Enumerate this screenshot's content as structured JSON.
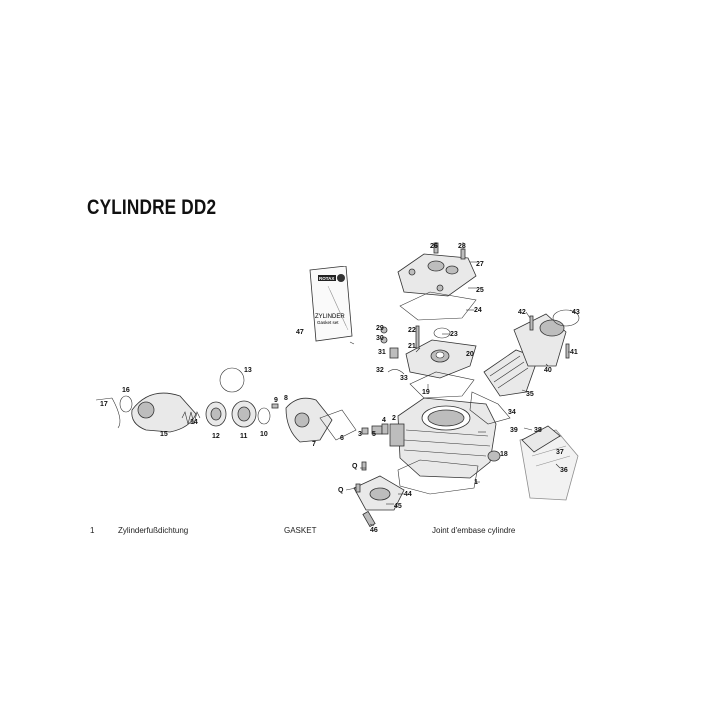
{
  "title": "CYLINDRE DD2",
  "kit": {
    "brand": "ROTAX",
    "line1": "ZYLINDER",
    "line2": "Gasket set"
  },
  "labels": [
    "1",
    "2",
    "3",
    "4",
    "5",
    "6",
    "7",
    "8",
    "9",
    "10",
    "11",
    "12",
    "13",
    "14",
    "15",
    "16",
    "17",
    "18",
    "19",
    "20",
    "21",
    "22",
    "23",
    "24",
    "25",
    "26",
    "27",
    "28",
    "29",
    "30",
    "31",
    "32",
    "33",
    "34",
    "35",
    "36",
    "37",
    "38",
    "39",
    "40",
    "41",
    "42",
    "43",
    "44",
    "45",
    "46",
    "47",
    "Q"
  ],
  "legend": {
    "num": "1",
    "de": "Zylinderfußdichtung",
    "en": "GASKET",
    "fr": "Joint d'embase cylindre"
  }
}
